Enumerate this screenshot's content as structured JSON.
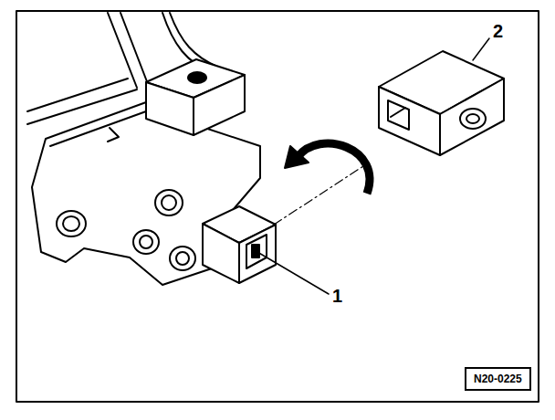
{
  "diagram": {
    "nodes": [
      {
        "text": [
          "N20-0225"
        ]
      }
    ],
    "labels": [
      "2",
      "1"
    ]
  }
}
